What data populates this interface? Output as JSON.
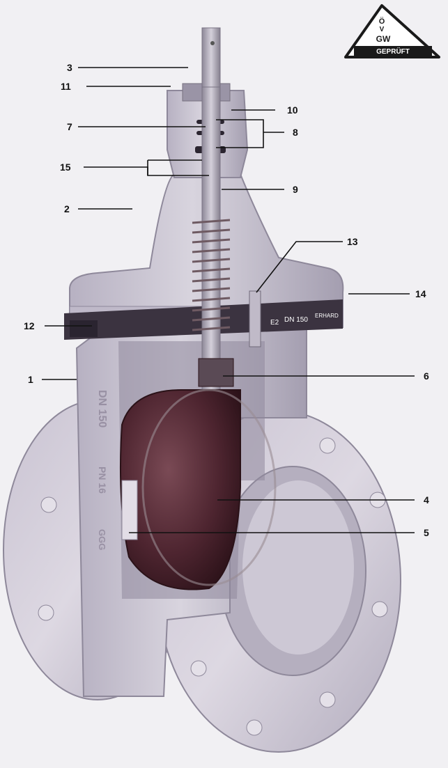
{
  "badge": {
    "letters": "Ö",
    "letters2": "V",
    "letters3": "GW",
    "caption": "GEPRÜFT"
  },
  "callouts": [
    {
      "id": "1",
      "label": "1"
    },
    {
      "id": "2",
      "label": "2"
    },
    {
      "id": "3",
      "label": "3"
    },
    {
      "id": "4",
      "label": "4"
    },
    {
      "id": "5",
      "label": "5"
    },
    {
      "id": "6",
      "label": "6"
    },
    {
      "id": "7",
      "label": "7"
    },
    {
      "id": "8",
      "label": "8"
    },
    {
      "id": "9",
      "label": "9"
    },
    {
      "id": "10",
      "label": "10"
    },
    {
      "id": "11",
      "label": "11"
    },
    {
      "id": "12",
      "label": "12"
    },
    {
      "id": "13",
      "label": "13"
    },
    {
      "id": "14",
      "label": "14"
    },
    {
      "id": "15",
      "label": "15"
    }
  ],
  "body_markings": {
    "dn": "DN 150",
    "pn": "PN 16",
    "ggg": "GGG"
  },
  "ring_markings": {
    "e2": "E2",
    "dn": "DN 150",
    "brand": "ERHARD"
  },
  "colors": {
    "background": "#f1f0f3",
    "metal": "#cbc6d2",
    "metal_dark": "#a9a3b3",
    "wedge": "#5b2d3a",
    "text": "#111111"
  }
}
